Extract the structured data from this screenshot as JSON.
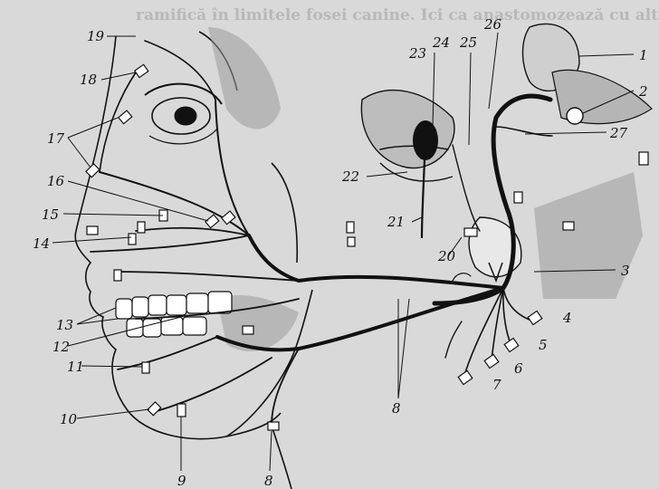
{
  "background_text": {
    "line1": "ramifică în limitele fosei canine. Ici ca anastomozează cu alte ramuri"
  },
  "labels": {
    "n1": "1",
    "n2": "2",
    "n3": "3",
    "n4": "4",
    "n5": "5",
    "n6": "6",
    "n7": "7",
    "n8a": "8",
    "n8b": "8",
    "n9": "9",
    "n10": "10",
    "n11": "11",
    "n12": "12",
    "n13": "13",
    "n14": "14",
    "n15": "15",
    "n16": "16",
    "n17": "17",
    "n18": "18",
    "n19": "19",
    "n20": "20",
    "n21": "21",
    "n22": "22",
    "n23": "23",
    "n24": "24",
    "n25": "25",
    "n26": "26",
    "n27": "27"
  },
  "colors": {
    "ink": "#111111",
    "paper": "#d9d9d9",
    "muscle": "#9a9a9a"
  }
}
